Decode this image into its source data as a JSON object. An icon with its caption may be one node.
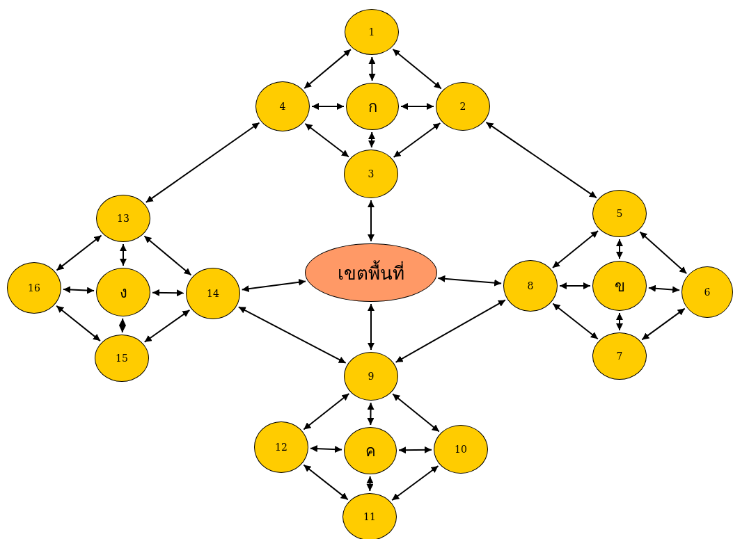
{
  "diagram": {
    "nodes": [
      {
        "text": [
          "1"
        ]
      },
      {
        "text": [
          "4"
        ]
      },
      {
        "text": [
          "ก"
        ]
      },
      {
        "text": [
          "2"
        ]
      },
      {
        "text": [
          "3"
        ]
      },
      {
        "text": [
          "13"
        ]
      },
      {
        "text": [
          "5"
        ]
      },
      {
        "text": [
          "16"
        ]
      },
      {
        "text": [
          "ง"
        ]
      },
      {
        "text": [
          "14"
        ]
      },
      {
        "text": [
          "เขตพื้นที่"
        ]
      },
      {
        "text": [
          "8"
        ]
      },
      {
        "text": [
          "ข"
        ]
      },
      {
        "text": [
          "6"
        ]
      },
      {
        "text": [
          "15"
        ]
      },
      {
        "text": [
          "7"
        ]
      },
      {
        "text": [
          "9"
        ]
      },
      {
        "text": [
          "12"
        ]
      },
      {
        "text": [
          "ค"
        ]
      },
      {
        "text": [
          "10"
        ]
      },
      {
        "text": [
          "11"
        ]
      }
    ],
    "edges": [
      {
        "from": 0,
        "to": 1,
        "arrow": "both"
      },
      {
        "from": 0,
        "to": 2,
        "arrow": "both"
      },
      {
        "from": 0,
        "to": 3,
        "arrow": "both"
      },
      {
        "from": 1,
        "to": 2,
        "arrow": "both"
      },
      {
        "from": 2,
        "to": 3,
        "arrow": "both"
      },
      {
        "from": 2,
        "to": 4,
        "arrow": "both"
      },
      {
        "from": 1,
        "to": 4,
        "arrow": "both"
      },
      {
        "from": 3,
        "to": 4,
        "arrow": "both"
      },
      {
        "from": 1,
        "to": 5,
        "arrow": "both"
      },
      {
        "from": 3,
        "to": 6,
        "arrow": "both"
      },
      {
        "from": 9,
        "to": 16,
        "arrow": "both"
      },
      {
        "from": 11,
        "to": 16,
        "arrow": "both"
      },
      {
        "from": 10,
        "to": 4,
        "arrow": "both"
      },
      {
        "from": 10,
        "to": 9,
        "arrow": "both"
      },
      {
        "from": 10,
        "to": 11,
        "arrow": "both"
      },
      {
        "from": 10,
        "to": 16,
        "arrow": "both"
      },
      {
        "from": 6,
        "to": 11,
        "arrow": "both"
      },
      {
        "from": 6,
        "to": 12,
        "arrow": "both"
      },
      {
        "from": 6,
        "to": 13,
        "arrow": "both"
      },
      {
        "from": 11,
        "to": 12,
        "arrow": "both"
      },
      {
        "from": 12,
        "to": 13,
        "arrow": "both"
      },
      {
        "from": 12,
        "to": 15,
        "arrow": "both"
      },
      {
        "from": 11,
        "to": 15,
        "arrow": "both"
      },
      {
        "from": 13,
        "to": 15,
        "arrow": "both"
      },
      {
        "from": 16,
        "to": 17,
        "arrow": "both"
      },
      {
        "from": 16,
        "to": 18,
        "arrow": "both"
      },
      {
        "from": 16,
        "to": 19,
        "arrow": "both"
      },
      {
        "from": 17,
        "to": 18,
        "arrow": "both"
      },
      {
        "from": 18,
        "to": 19,
        "arrow": "both"
      },
      {
        "from": 18,
        "to": 20,
        "arrow": "both"
      },
      {
        "from": 17,
        "to": 20,
        "arrow": "both"
      },
      {
        "from": 19,
        "to": 20,
        "arrow": "both"
      },
      {
        "from": 5,
        "to": 7,
        "arrow": "both"
      },
      {
        "from": 5,
        "to": 8,
        "arrow": "both"
      },
      {
        "from": 5,
        "to": 9,
        "arrow": "both"
      },
      {
        "from": 7,
        "to": 8,
        "arrow": "both"
      },
      {
        "from": 8,
        "to": 9,
        "arrow": "both"
      },
      {
        "from": 8,
        "to": 14,
        "arrow": "both"
      },
      {
        "from": 7,
        "to": 14,
        "arrow": "both"
      },
      {
        "from": 9,
        "to": 14,
        "arrow": "both"
      }
    ]
  }
}
